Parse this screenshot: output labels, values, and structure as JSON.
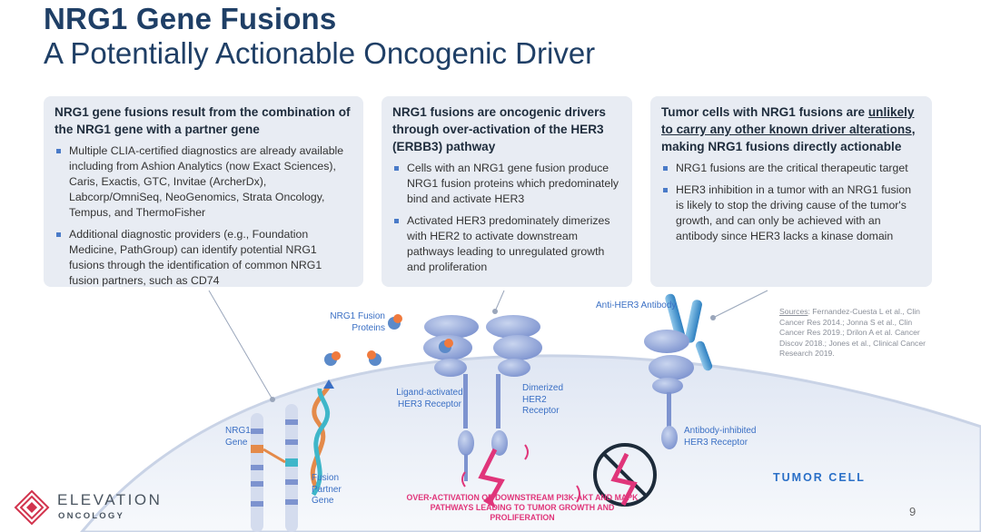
{
  "title": {
    "line1": "NRG1 Gene Fusions",
    "line2": "A Potentially Actionable Oncogenic Driver"
  },
  "panels": [
    {
      "heading": "NRG1 gene fusions result from the combination of the NRG1 gene with a partner gene",
      "bullets": [
        "Multiple CLIA-certified diagnostics are already available including from Ashion Analytics (now Exact Sciences), Caris, Exactis, GTC, Invitae (ArcherDx), Labcorp/OmniSeq, NeoGenomics, Strata Oncology, Tempus, and ThermoFisher",
        "Additional diagnostic providers (e.g., Foundation Medicine, PathGroup) can identify potential NRG1 fusions through the identification of common NRG1 fusion partners, such as CD74"
      ]
    },
    {
      "heading": "NRG1 fusions are oncogenic drivers through over-activation of the HER3 (ERBB3) pathway",
      "bullets": [
        "Cells with an NRG1 gene fusion produce NRG1 fusion proteins which predominately bind and activate HER3",
        "Activated HER3 predominately dimerizes with HER2 to activate downstream pathways leading to unregulated growth and proliferation"
      ]
    },
    {
      "heading_pre": "Tumor cells with NRG1 fusions are ",
      "heading_underlined": "unlikely to carry any other known driver alterations",
      "heading_post": ", making NRG1 fusions directly actionable",
      "bullets": [
        "NRG1 fusions are the critical therapeutic target",
        "HER3 inhibition in a tumor with an NRG1 fusion is likely to stop the driving cause of the tumor's growth, and can only be achieved with an antibody since HER3 lacks a kinase domain"
      ]
    }
  ],
  "diagram": {
    "nrg1_fusion_proteins": "NRG1 Fusion Proteins",
    "anti_her3_antibody": "Anti-HER3 Antibody",
    "ligand_activated": "Ligand-activated HER3 Receptor",
    "dimerized_her2": "Dimerized HER2 Receptor",
    "nrg1_gene": "NRG1 Gene",
    "fusion_partner_gene": "Fusion Partner Gene",
    "antibody_inhibited": "Antibody-inhibited HER3 Receptor",
    "tumor_cell": "TUMOR CELL",
    "over_activation": "OVER-ACTIVATION OF DOWNSTREAM PI3K-AKT AND MAPK PATHWAYS LEADING TO TUMOR GROWTH AND PROLIFERATION"
  },
  "sources": {
    "label": "Sources",
    "text": ": Fernandez-Cuesta L et al., Clin Cancer Res 2014.; Jonna S et al., Clin Cancer Res 2019.; Drilon A et al. Cancer Discov 2018.; Jones et al., Clinical Cancer Research 2019."
  },
  "logo": {
    "name": "ELEVATION",
    "sub": "ONCOLOGY"
  },
  "page_number": "9",
  "colors": {
    "title": "#1f3f66",
    "panel_bg": "#e8ecf3",
    "accent_blue": "#3a6fc4",
    "accent_pink": "#e0357a",
    "logo_red": "#d2334d"
  }
}
